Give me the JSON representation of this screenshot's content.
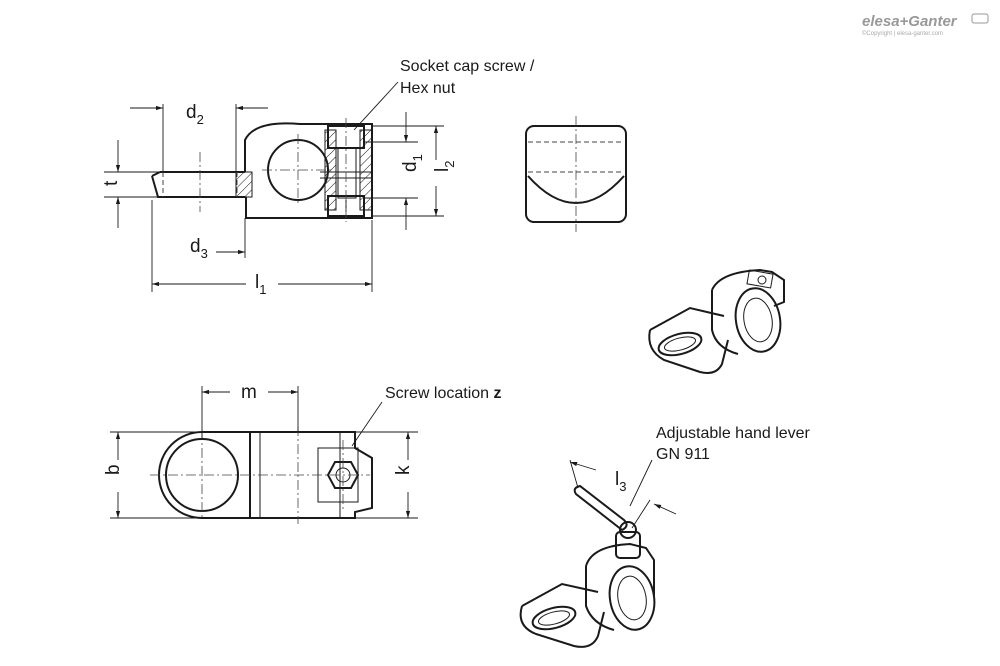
{
  "brand": {
    "logo_text": "elesa+Ganter",
    "copyright": "©Copyright | elesa-ganter.com"
  },
  "dimensions": {
    "d2": {
      "base": "d",
      "sub": "2"
    },
    "d3": {
      "base": "d",
      "sub": "3"
    },
    "d1": {
      "base": "d",
      "sub": "1"
    },
    "l1": {
      "base": "l",
      "sub": "1"
    },
    "l2": {
      "base": "l",
      "sub": "2"
    },
    "l3": {
      "base": "l",
      "sub": "3"
    },
    "t": "t",
    "m": "m",
    "b": "b",
    "k": "k"
  },
  "callouts": {
    "socket_screw_line1": "Socket cap screw /",
    "socket_screw_line2": "Hex nut",
    "screw_location_text": "Screw location ",
    "screw_location_bold": "z",
    "hand_lever_line1": "Adjustable hand lever",
    "hand_lever_line2": "GN 911"
  }
}
